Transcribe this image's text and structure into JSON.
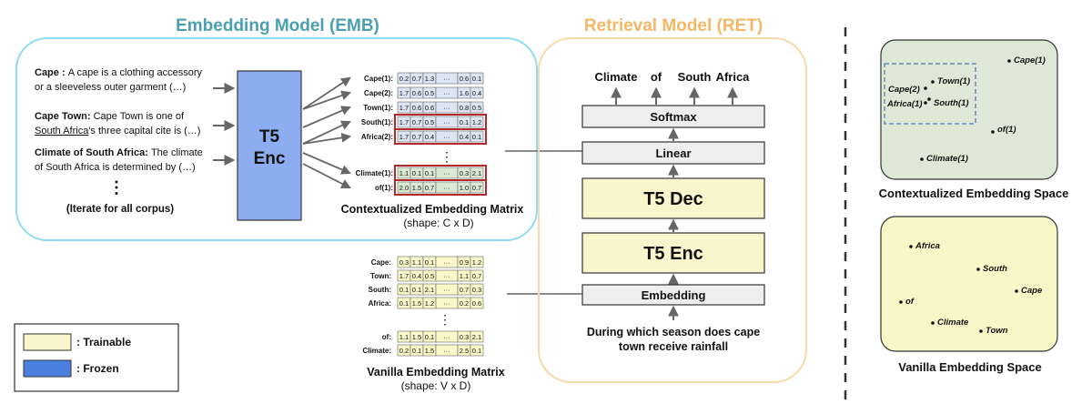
{
  "emb": {
    "title": "Embedding Model (EMB)",
    "encoder": [
      "T5",
      "Enc"
    ],
    "docs": [
      {
        "lines": [
          [
            {
              "t": "Cape : ",
              "b": true
            },
            {
              "t": "A cape is a clothing accessory"
            }
          ],
          [
            {
              "t": "or a sleeveless outer garment (…)"
            }
          ]
        ]
      },
      {
        "lines": [
          [
            {
              "t": "Cape Town: ",
              "b": true
            },
            {
              "t": "Cape Town is one of"
            }
          ],
          [
            {
              "t": "South Africa",
              "u": true
            },
            {
              "t": "'s three capital cite is (…)"
            }
          ]
        ]
      },
      {
        "lines": [
          [
            {
              "t": "Climate of South Africa: ",
              "b": true
            },
            {
              "t": "The climate"
            }
          ],
          [
            {
              "t": "of South Africa is determined by (…)"
            }
          ]
        ]
      }
    ],
    "iterate": "(Iterate for all corpus)",
    "matrix": {
      "title": "Contextualized Embedding Matrix",
      "shape": "(shape: C x D)",
      "rows": [
        {
          "label": "Cape(1):",
          "cells": [
            "0.2",
            "0.7",
            "1.3",
            "···",
            "0.6",
            "0.1"
          ],
          "hl": false
        },
        {
          "label": "Cape(2):",
          "cells": [
            "1.7",
            "0.6",
            "0.5",
            "···",
            "1.6",
            "0.4"
          ],
          "hl": false
        },
        {
          "label": "Town(1):",
          "cells": [
            "1.7",
            "0.6",
            "0.6",
            "···",
            "0.8",
            "0.5"
          ],
          "hl": false
        },
        {
          "label": "South(1):",
          "cells": [
            "1.7",
            "0.7",
            "0.5",
            "···",
            "0.1",
            "1.2"
          ],
          "hl": true
        },
        {
          "label": "Africa(2):",
          "cells": [
            "1.7",
            "0.7",
            "0.4",
            "···",
            "0.4",
            "0.1"
          ],
          "hl": true
        },
        {
          "label": "Climate(1):",
          "cells": [
            "1.1",
            "0.1",
            "0.1",
            "···",
            "0.3",
            "2.1"
          ],
          "hl": true
        },
        {
          "label": "of(1):",
          "cells": [
            "2.0",
            "1.5",
            "0.7",
            "···",
            "1.0",
            "0.7"
          ],
          "hl": true
        }
      ]
    }
  },
  "vanilla": {
    "title": "Vanilla Embedding Matrix",
    "shape": "(shape: V x D)",
    "rows": [
      {
        "label": "Cape:",
        "cells": [
          "0.3",
          "1.1",
          "0.1",
          "···",
          "0.9",
          "1.2"
        ]
      },
      {
        "label": "Town:",
        "cells": [
          "1.7",
          "0.4",
          "0.5",
          "···",
          "1.1",
          "0.7"
        ]
      },
      {
        "label": "South:",
        "cells": [
          "0.1",
          "0.1",
          "2.1",
          "···",
          "0.7",
          "0.3"
        ]
      },
      {
        "label": "Africa:",
        "cells": [
          "0.1",
          "1.5",
          "1.2",
          "···",
          "0.2",
          "0.6"
        ]
      },
      {
        "label": "of:",
        "cells": [
          "1.1",
          "1.5",
          "0.1",
          "···",
          "0.3",
          "2.1"
        ]
      },
      {
        "label": "Climate:",
        "cells": [
          "0.2",
          "0.1",
          "1.5",
          "···",
          "2.5",
          "0.1"
        ]
      }
    ]
  },
  "ret": {
    "title": "Retrieval Model (RET)",
    "outputs": [
      "Climate",
      "of",
      "South",
      "Africa"
    ],
    "softmax": "Softmax",
    "linear": "Linear",
    "decoder": "T5 Dec",
    "encoder": "T5 Enc",
    "embedding": "Embedding",
    "query": [
      "During which season does cape",
      "town receive rainfall"
    ]
  },
  "legend": {
    "trainable": ": Trainable",
    "frozen": ": Frozen"
  },
  "spaces": {
    "contextual": {
      "title": "Contextualized Embedding Space",
      "points": [
        "Cape(1)",
        "Town(1)",
        "Cape(2)",
        "Africa(1)",
        "South(1)",
        "of(1)",
        "Climate(1)"
      ]
    },
    "vanilla": {
      "title": "Vanilla Embedding Space",
      "points": [
        "Africa",
        "South",
        "Cape",
        "of",
        "Climate",
        "Town"
      ]
    }
  },
  "colors": {
    "emb_title": "#4a9fb0",
    "ret_title": "#f3b766",
    "emb_border": "#8fdcef",
    "ret_border": "#f8d9a8",
    "frozen": "#8caef0",
    "trainable": "#fbf5cd",
    "ctx_space": "#dde9d6",
    "vanilla_space": "#f7f7c7",
    "highlight": "#b22a2a",
    "matrix_blue": "#dbe5f3",
    "matrix_green": "#d8ead2",
    "matrix_yellow": "#f8f8c8"
  }
}
